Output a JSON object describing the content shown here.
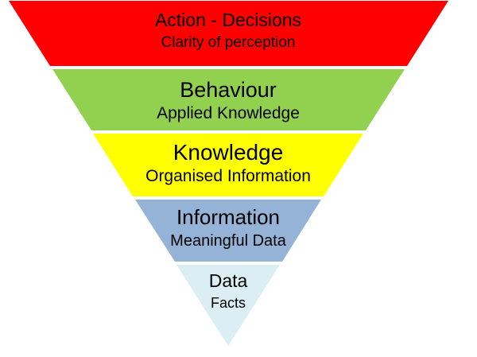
{
  "diagram": {
    "background_color": "#FFFFFF",
    "text_color": "#000000",
    "shape": "inverted-pyramid",
    "layers": [
      {
        "title": "Action - Decisions",
        "subtitle": "Clarity of perception",
        "color": "#FF0000"
      },
      {
        "title": "Behaviour",
        "subtitle": "Applied Knowledge",
        "color": "#92D050"
      },
      {
        "title": "Knowledge",
        "subtitle": "Organised Information",
        "color": "#FFFF00"
      },
      {
        "title": "Information",
        "subtitle": "Meaningful Data",
        "color": "#95B3D7"
      },
      {
        "title": "Data",
        "subtitle": "Facts",
        "color": "#DAEEF3"
      }
    ]
  }
}
